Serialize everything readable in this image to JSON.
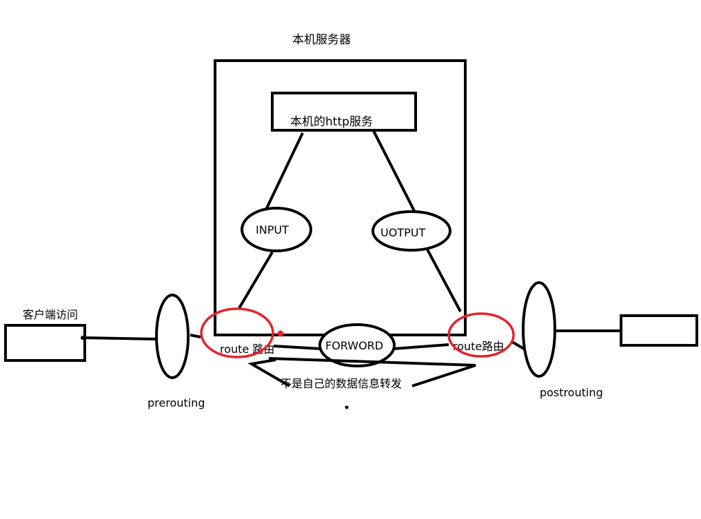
{
  "server_title": "本机服务器",
  "http_service": "本机的http服务",
  "input_chain": "INPUT",
  "output_chain": "UOTPUT",
  "forward_chain": "FORWORD",
  "route_left": "route 路由",
  "route_right": "route路由",
  "client_label": "客户端访问",
  "prerouting": "prerouting",
  "postrouting": "postrouting",
  "forward_note": "不是自己的数据信息转发",
  "colors": {
    "stroke": "#000000",
    "highlight": "#e8202a"
  }
}
